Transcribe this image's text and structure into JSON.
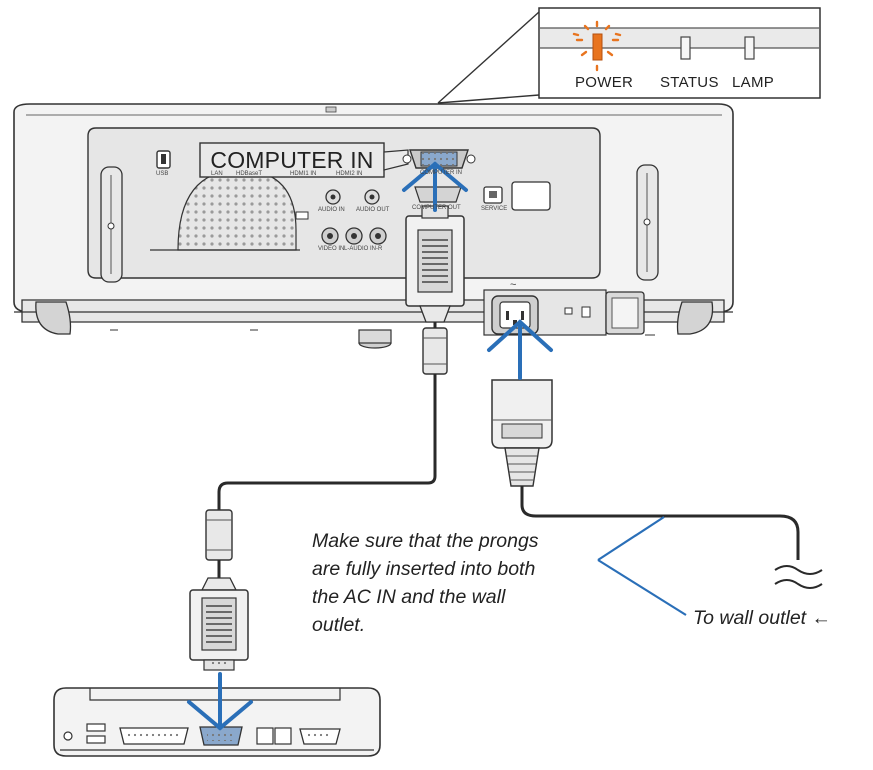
{
  "indicators": {
    "power_label": "POWER",
    "status_label": "STATUS",
    "lamp_label": "LAMP",
    "power_color": "#e8741f"
  },
  "connector_callout": "COMPUTER IN",
  "port_labels": {
    "usb": "USB",
    "lan": "LAN",
    "hdbaset": "HDBaseT",
    "hdmi1": "HDMI1 IN",
    "hdmi2": "HDMI2 IN",
    "audio_in": "AUDIO IN",
    "audio_out": "AUDIO OUT",
    "computer_in": "COMPUTER IN",
    "computer_out": "COMPUTER OUT",
    "service": "SERVICE",
    "video_in": "VIDEO IN",
    "audio_lr": "L-AUDIO IN-R",
    "ac_in": "~"
  },
  "note_lines": [
    "Make sure that the prongs",
    "are fully inserted into both",
    "the AC IN and the wall",
    "outlet."
  ],
  "wall_outlet_label": "To wall outlet ←",
  "colors": {
    "arrow_blue": "#2a6fb8",
    "outline": "#333333",
    "body_fill": "#f2f2f2",
    "panel_fill": "#e4e4e4",
    "cable": "#2a2a2a"
  }
}
